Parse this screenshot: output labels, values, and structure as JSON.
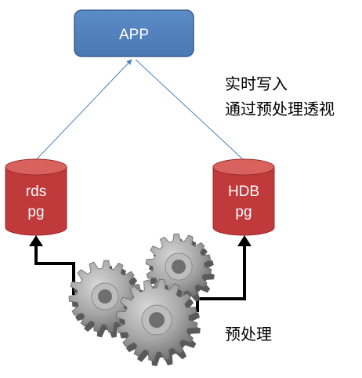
{
  "app_box": {
    "label": "APP",
    "fill": "#4f81bd",
    "stroke": "#385d8a"
  },
  "databases": [
    {
      "id": "left",
      "line1": "rds",
      "line2": "pg"
    },
    {
      "id": "right",
      "line1": "HDB",
      "line2": "pg"
    }
  ],
  "annotation": {
    "line1": "实时写入",
    "line2": "通过预处理透视"
  },
  "process_label": "预处理",
  "colors": {
    "cylinder_fill": "#c0393b",
    "cylinder_top": "#d9625f",
    "connector_line": "#4f81bd",
    "arrow": "#000000",
    "gear": "#9a9a9a"
  },
  "icons": {
    "gears": "gears-icon",
    "database": "database-cylinder-icon"
  }
}
